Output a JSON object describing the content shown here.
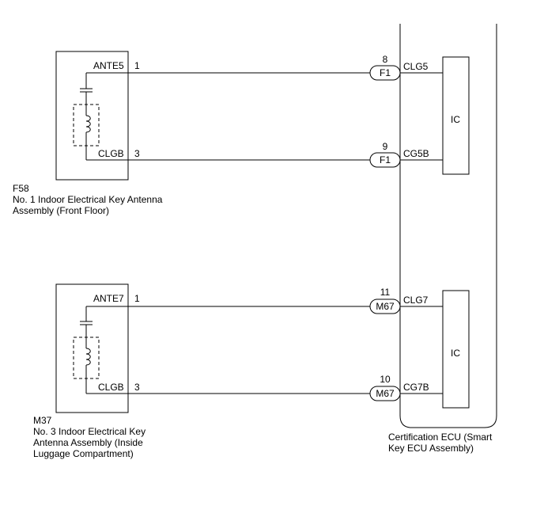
{
  "antenna_front": {
    "code": "F58",
    "name_line1": "No. 1 Indoor Electrical Key Antenna",
    "name_line2": "Assembly (Front Floor)",
    "terminal_top": "ANTE5",
    "terminal_bottom": "CLGB",
    "pin_top": "1",
    "pin_bottom": "3"
  },
  "antenna_luggage": {
    "code": "M37",
    "name_line1": "No. 3 Indoor Electrical Key",
    "name_line2": "Antenna Assembly (Inside",
    "name_line3": "Luggage Compartment)",
    "terminal_top": "ANTE7",
    "terminal_bottom": "CLGB",
    "pin_top": "1",
    "pin_bottom": "3"
  },
  "connections": {
    "c1": {
      "pin": "8",
      "connector": "F1",
      "ecu_terminal": "CLG5"
    },
    "c2": {
      "pin": "9",
      "connector": "F1",
      "ecu_terminal": "CG5B"
    },
    "c3": {
      "pin": "11",
      "connector": "M67",
      "ecu_terminal": "CLG7"
    },
    "c4": {
      "pin": "10",
      "connector": "M67",
      "ecu_terminal": "CG7B"
    }
  },
  "ecu": {
    "name_line1": "Certification ECU (Smart",
    "name_line2": "Key ECU Assembly)",
    "ic_top_label": "IC",
    "ic_bottom_label": "IC"
  }
}
